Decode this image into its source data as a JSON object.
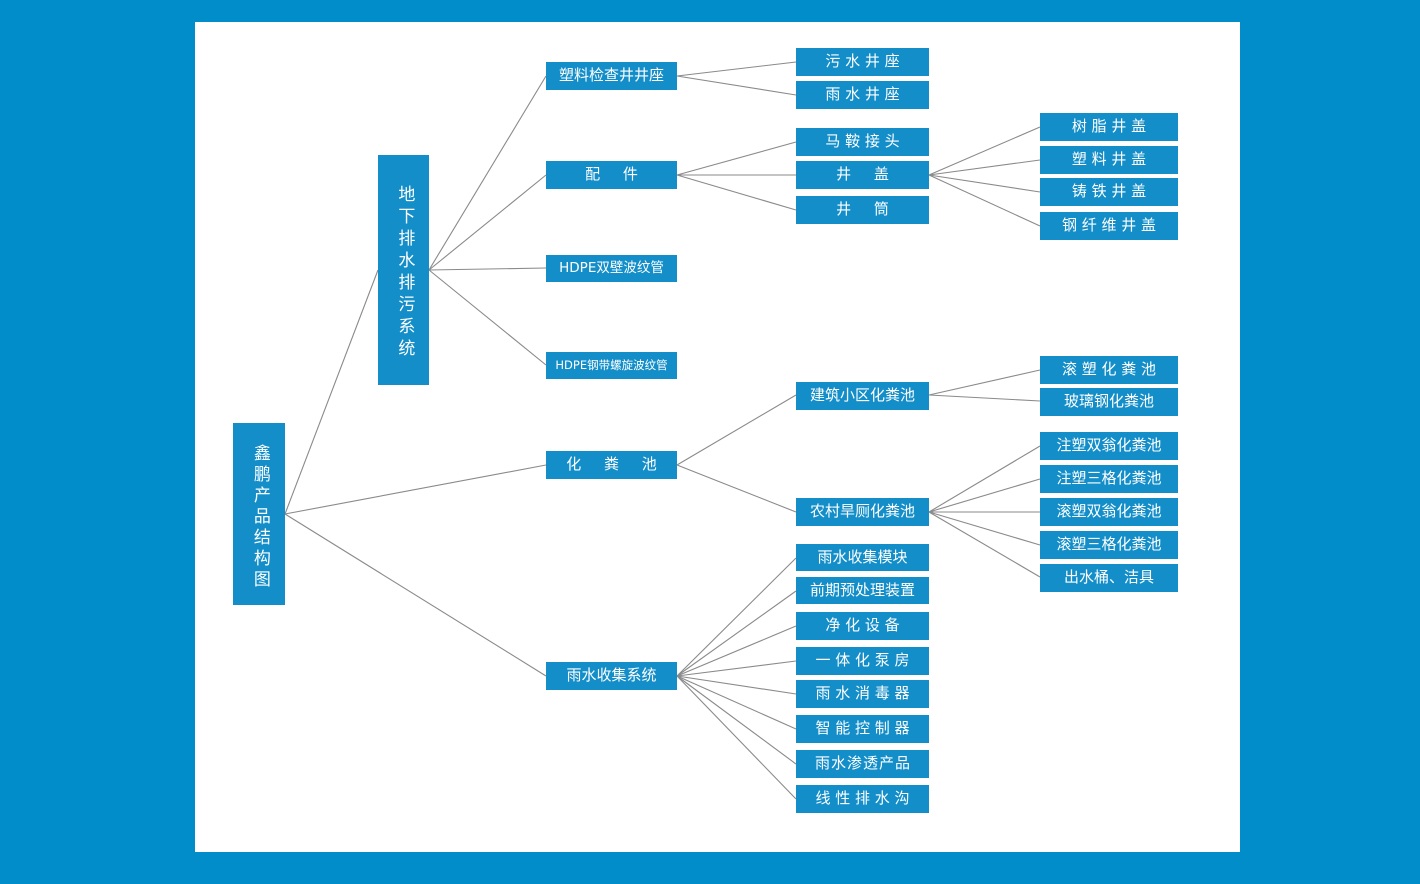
{
  "page": {
    "background_color": "#008dca",
    "canvas_color": "#ffffff",
    "node_color": "#138ec9",
    "node_text_color": "#ffffff",
    "link_color": "#8a8a8a"
  },
  "diagram": {
    "type": "tree",
    "orientation": "left-to-right",
    "root": {
      "label": "鑫鹏产品结构图",
      "orientation": "vertical"
    },
    "level1": [
      {
        "label": "地下排水排污系统",
        "orientation": "vertical"
      },
      {
        "label": "化  粪  池",
        "orientation": "horizontal"
      },
      {
        "label": "雨水收集系统",
        "orientation": "horizontal"
      }
    ],
    "level2": {
      "underground": [
        {
          "label": "塑料检查井井座"
        },
        {
          "label": "配    件"
        },
        {
          "label": "HDPE双壁波纹管"
        },
        {
          "label": "HDPE钢带螺旋波纹管"
        }
      ],
      "septic": [
        {
          "label": "建筑小区化粪池"
        },
        {
          "label": "农村旱厕化粪池"
        }
      ],
      "rainwater": [
        {
          "label": "雨水收集模块"
        },
        {
          "label": "前期预处理装置"
        },
        {
          "label": "净 化 设 备"
        },
        {
          "label": "一 体 化 泵 房"
        },
        {
          "label": "雨 水 消 毒 器"
        },
        {
          "label": "智 能 控 制 器"
        },
        {
          "label": "雨水渗透产品"
        },
        {
          "label": "线 性 排 水 沟"
        }
      ]
    },
    "level3": {
      "plastic_inspection_well_base": [
        {
          "label": "污 水 井 座"
        },
        {
          "label": "雨 水 井 座"
        }
      ],
      "fittings": [
        {
          "label": "马 鞍 接 头"
        },
        {
          "label": "井    盖"
        },
        {
          "label": "井    筒"
        }
      ],
      "residential_septic": [
        {
          "label": "滚 塑 化 粪 池"
        },
        {
          "label": "玻璃钢化粪池"
        }
      ],
      "rural_septic": [
        {
          "label": "注塑双翁化粪池"
        },
        {
          "label": "注塑三格化粪池"
        },
        {
          "label": "滚塑双翁化粪池"
        },
        {
          "label": "滚塑三格化粪池"
        },
        {
          "label": "出水桶、洁具"
        }
      ]
    },
    "level4": {
      "manhole_cover": [
        {
          "label": "树 脂 井 盖"
        },
        {
          "label": "塑 料 井 盖"
        },
        {
          "label": "铸 铁 井 盖"
        },
        {
          "label": "钢 纤 维 井 盖"
        }
      ]
    }
  }
}
